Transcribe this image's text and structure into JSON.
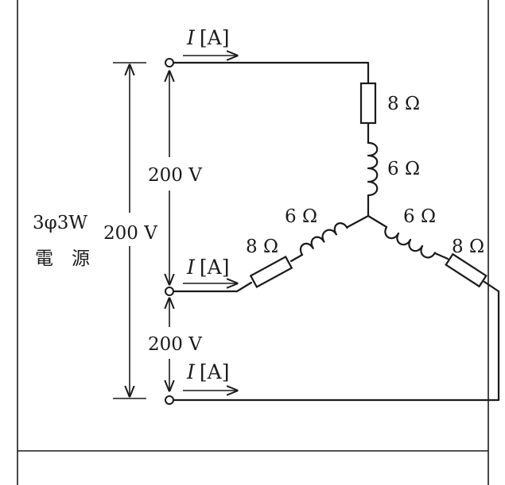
{
  "source": {
    "type_label": "3φ3W",
    "name_label_1": "電",
    "name_label_2": "源",
    "total_voltage": "200 V",
    "upper_voltage": "200 V",
    "lower_voltage": "200 V"
  },
  "currents": {
    "top": {
      "symbol": "I",
      "unit": "[A]"
    },
    "middle": {
      "symbol": "I",
      "unit": "[A]"
    },
    "bottom": {
      "symbol": "I",
      "unit": "[A]"
    }
  },
  "branches": {
    "top": {
      "resistance": "8 Ω",
      "reactance": "6 Ω"
    },
    "left": {
      "resistance": "8 Ω",
      "reactance": "6 Ω"
    },
    "right": {
      "resistance": "8 Ω",
      "reactance": "6 Ω"
    }
  }
}
